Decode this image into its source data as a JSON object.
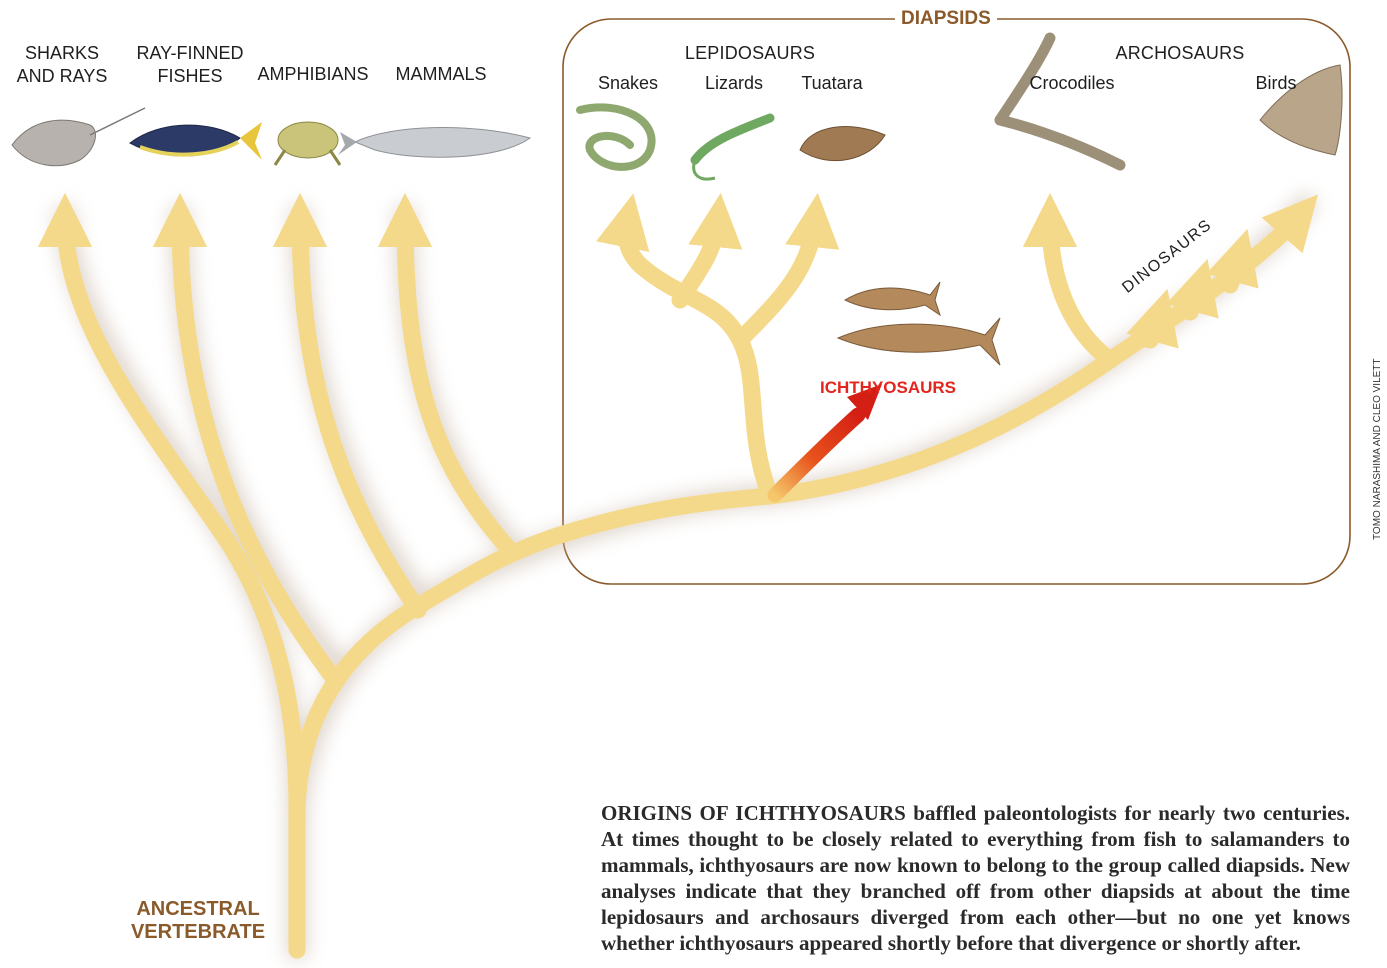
{
  "groups": {
    "sharks_rays": "SHARKS\nAND RAYS",
    "ray_finned": "RAY-FINNED\nFISHES",
    "amphibians": "AMPHIBIANS",
    "mammals": "MAMMALS"
  },
  "diapsids": {
    "title": "DIAPSIDS",
    "lepidosaurs": "LEPIDOSAURS",
    "archosaurs": "ARCHOSAURS",
    "snakes": "Snakes",
    "lizards": "Lizards",
    "tuatara": "Tuatara",
    "crocodiles": "Crocodiles",
    "birds": "Birds",
    "dinosaurs": "DINOSAURS",
    "ichthyosaurs": "ICHTHYOSAURS"
  },
  "root_label": "ANCESTRAL\nVERTEBRATE",
  "credit": "TOMO NARASHIMA AND CLEO VILETT",
  "caption": "ORIGINS OF ICHTHYOSAURS baffled paleontologists for nearly two centuries. At times thought to be closely related to everything from fish to salamanders to mammals, ichthyosaurs are now known to belong to the group called diapsids. New analyses indicate that they branched off from other diapsids at about the time lepidosaurs and archosaurs diverged from each other—but no one yet knows whether ichthyosaurs appeared shortly before that divergence or shortly after.",
  "colors": {
    "branch": "#f5d98a",
    "branch_shadow": "#c9b8a8",
    "box_border": "#8b5a2b",
    "ichthy_arrow": "#e2261d",
    "title_brown": "#8b5a2b"
  }
}
